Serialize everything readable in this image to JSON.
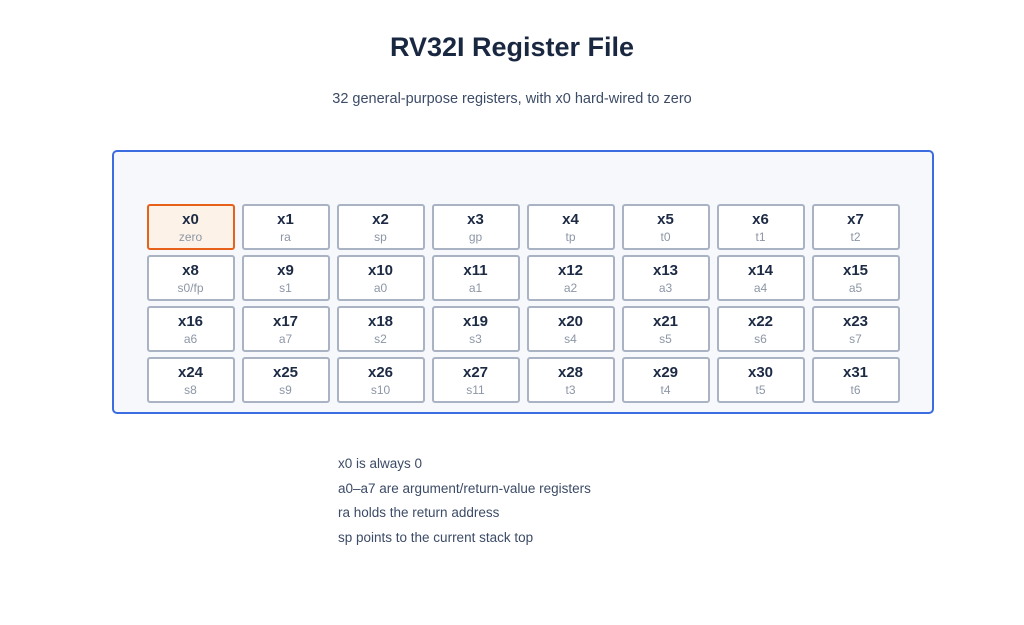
{
  "page": {
    "title": "RV32I Register File",
    "subtitle": "32 general-purpose registers, with x0 hard-wired to zero"
  },
  "registers": [
    {
      "name": "x0",
      "abi": "zero",
      "highlighted": true
    },
    {
      "name": "x1",
      "abi": "ra",
      "highlighted": false
    },
    {
      "name": "x2",
      "abi": "sp",
      "highlighted": false
    },
    {
      "name": "x3",
      "abi": "gp",
      "highlighted": false
    },
    {
      "name": "x4",
      "abi": "tp",
      "highlighted": false
    },
    {
      "name": "x5",
      "abi": "t0",
      "highlighted": false
    },
    {
      "name": "x6",
      "abi": "t1",
      "highlighted": false
    },
    {
      "name": "x7",
      "abi": "t2",
      "highlighted": false
    },
    {
      "name": "x8",
      "abi": "s0/fp",
      "highlighted": false
    },
    {
      "name": "x9",
      "abi": "s1",
      "highlighted": false
    },
    {
      "name": "x10",
      "abi": "a0",
      "highlighted": false
    },
    {
      "name": "x11",
      "abi": "a1",
      "highlighted": false
    },
    {
      "name": "x12",
      "abi": "a2",
      "highlighted": false
    },
    {
      "name": "x13",
      "abi": "a3",
      "highlighted": false
    },
    {
      "name": "x14",
      "abi": "a4",
      "highlighted": false
    },
    {
      "name": "x15",
      "abi": "a5",
      "highlighted": false
    },
    {
      "name": "x16",
      "abi": "a6",
      "highlighted": false
    },
    {
      "name": "x17",
      "abi": "a7",
      "highlighted": false
    },
    {
      "name": "x18",
      "abi": "s2",
      "highlighted": false
    },
    {
      "name": "x19",
      "abi": "s3",
      "highlighted": false
    },
    {
      "name": "x20",
      "abi": "s4",
      "highlighted": false
    },
    {
      "name": "x21",
      "abi": "s5",
      "highlighted": false
    },
    {
      "name": "x22",
      "abi": "s6",
      "highlighted": false
    },
    {
      "name": "x23",
      "abi": "s7",
      "highlighted": false
    },
    {
      "name": "x24",
      "abi": "s8",
      "highlighted": false
    },
    {
      "name": "x25",
      "abi": "s9",
      "highlighted": false
    },
    {
      "name": "x26",
      "abi": "s10",
      "highlighted": false
    },
    {
      "name": "x27",
      "abi": "s11",
      "highlighted": false
    },
    {
      "name": "x28",
      "abi": "t3",
      "highlighted": false
    },
    {
      "name": "x29",
      "abi": "t4",
      "highlighted": false
    },
    {
      "name": "x30",
      "abi": "t5",
      "highlighted": false
    },
    {
      "name": "x31",
      "abi": "t6",
      "highlighted": false
    }
  ],
  "notes": [
    "x0 is always 0",
    "a0–a7 are argument/return-value registers",
    "ra holds the return address",
    "sp points to the current stack top"
  ],
  "colors": {
    "panel_border": "#3b6ce0",
    "panel_background": "#f6f8fb",
    "cell_border": "#a9b3c4",
    "cell_background": "#ffffff",
    "register_name_text": "#1c2a44",
    "register_abi_text": "#8d96a6",
    "highlight_border": "#e8611a",
    "highlight_background": "#fdf2e8",
    "title_text": "#192740",
    "body_text": "#3c4b66"
  }
}
